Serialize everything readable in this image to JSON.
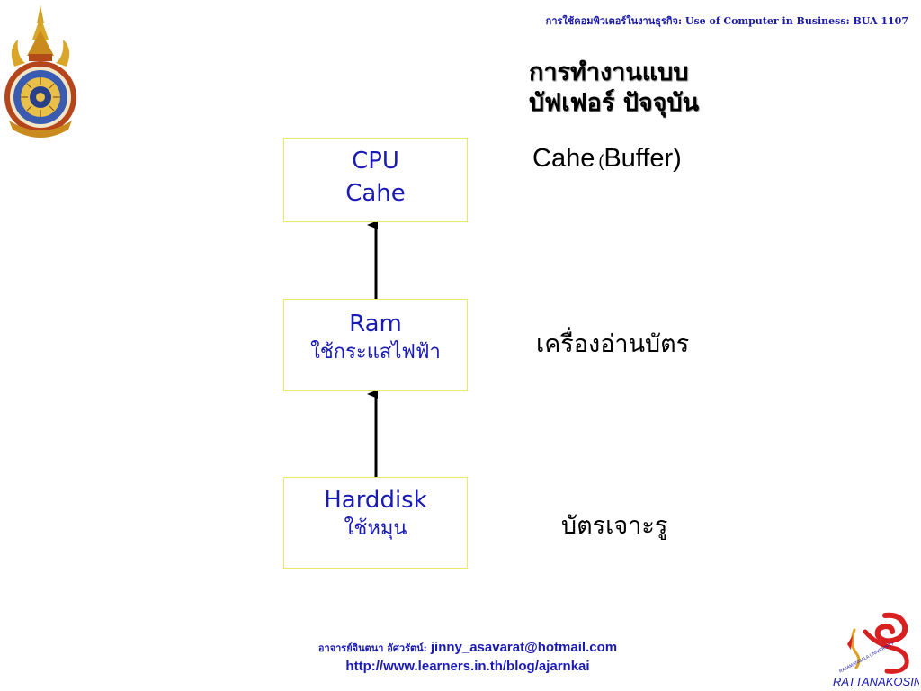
{
  "header": {
    "course_text": "การใช้คอมพิวเตอร์ในงานธุรกิจ: Use of Computer in Business: BUA 1107"
  },
  "heading": {
    "line1": "การทำงานแบบ",
    "line2": "บัฟเฟอร์ ปัจจุบัน"
  },
  "cache_note": {
    "word": "Cahe",
    "paren_open": "(",
    "buffer": "Buffer)"
  },
  "boxes": {
    "cpu": {
      "line1": "CPU",
      "line2": "Cahe"
    },
    "ram": {
      "line1": "Ram",
      "line2": "ใช้กระแสไฟฟ้า"
    },
    "hdd": {
      "line1": "Harddisk",
      "line2": "ใช้หมุน"
    }
  },
  "side_labels": {
    "card_reader": "เครื่องอ่านบัตร",
    "punch_card": "บัตรเจาะรู"
  },
  "footer": {
    "instructor": "อาจารย์จินตนา อัศวรัตน์:",
    "email": "jinny_asavarat@hotmail.com",
    "url": "http://www.learners.in.th/blog/ajarnkai"
  },
  "logo_right": {
    "wordmark": "RATTANAKOSIN"
  },
  "colors": {
    "accent_blue": "#1a1ab4",
    "box_border": "#ece96a",
    "logo_red": "#d92020",
    "logo_gold": "#e0a020"
  }
}
